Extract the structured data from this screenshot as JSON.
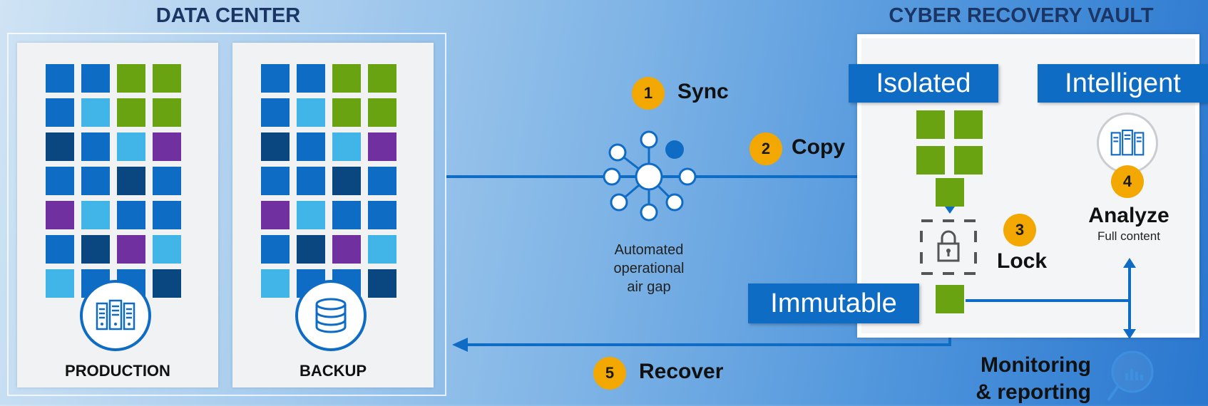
{
  "headings": {
    "data_center": "DATA CENTER",
    "vault": "CYBER RECOVERY VAULT"
  },
  "racks": {
    "production": {
      "label": "PRODUCTION",
      "icon": "server-icon",
      "grid": [
        [
          "#0f6cc4",
          "#0f6cc4",
          "#6aa312",
          "#6aa312"
        ],
        [
          "#0f6cc4",
          "#41b4e8",
          "#6aa312",
          "#6aa312"
        ],
        [
          "#0a4780",
          "#0f6cc4",
          "#41b4e8",
          "#7030a0"
        ],
        [
          "#0f6cc4",
          "#0f6cc4",
          "#0a4780",
          "#0f6cc4"
        ],
        [
          "#7030a0",
          "#41b4e8",
          "#0f6cc4",
          "#0f6cc4"
        ],
        [
          "#0f6cc4",
          "#0a4780",
          "#7030a0",
          "#41b4e8"
        ],
        [
          "#41b4e8",
          "#0f6cc4",
          "#0f6cc4",
          "#0a4780"
        ]
      ]
    },
    "backup": {
      "label": "BACKUP",
      "icon": "database-icon",
      "grid": [
        [
          "#0f6cc4",
          "#0f6cc4",
          "#6aa312",
          "#6aa312"
        ],
        [
          "#0f6cc4",
          "#41b4e8",
          "#6aa312",
          "#6aa312"
        ],
        [
          "#0a4780",
          "#0f6cc4",
          "#41b4e8",
          "#7030a0"
        ],
        [
          "#0f6cc4",
          "#0f6cc4",
          "#0a4780",
          "#0f6cc4"
        ],
        [
          "#7030a0",
          "#41b4e8",
          "#0f6cc4",
          "#0f6cc4"
        ],
        [
          "#0f6cc4",
          "#0a4780",
          "#7030a0",
          "#41b4e8"
        ],
        [
          "#41b4e8",
          "#0f6cc4",
          "#0f6cc4",
          "#0a4780"
        ]
      ]
    }
  },
  "airgap": {
    "caption_lines": [
      "Automated",
      "operational",
      "air gap"
    ],
    "icon": "network-hub-icon"
  },
  "steps": {
    "sync": {
      "number": "1",
      "label": "Sync"
    },
    "copy": {
      "number": "2",
      "label": "Copy"
    },
    "lock": {
      "number": "3",
      "label": "Lock"
    },
    "analyze": {
      "number": "4",
      "label": "Analyze",
      "sublabel": "Full content"
    },
    "recover": {
      "number": "5",
      "label": "Recover"
    }
  },
  "vault_tags": {
    "isolated": "Isolated",
    "intelligent": "Intelligent",
    "immutable": "Immutable"
  },
  "monitoring": {
    "lines": [
      "Monitoring",
      "& reporting"
    ],
    "icon": "magnifier-chart-icon"
  },
  "colors": {
    "blue": "#0f6cc4",
    "green": "#6aa312",
    "badge": "#f2a800",
    "heading": "#1b3564"
  }
}
